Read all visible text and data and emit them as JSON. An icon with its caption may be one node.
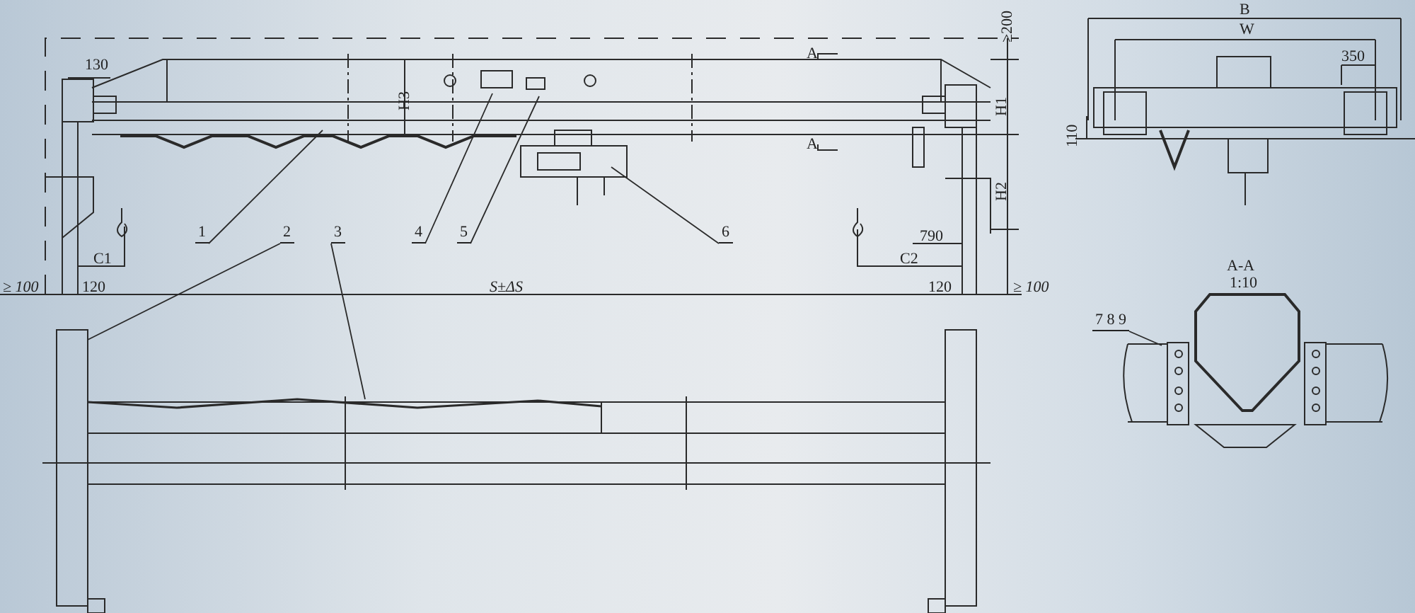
{
  "diagram": {
    "nodes": [
      {
        "text": [
          "1"
        ]
      },
      {
        "text": [
          "2"
        ]
      },
      {
        "text": [
          "3"
        ]
      },
      {
        "text": [
          "4"
        ]
      },
      {
        "text": [
          "5"
        ]
      },
      {
        "text": [
          "6"
        ]
      },
      {
        "text": [
          "7 8 9"
        ]
      }
    ],
    "edges": [
      {
        "from": 0,
        "to": null,
        "arrow": "none"
      },
      {
        "from": 1,
        "to": null,
        "arrow": "none"
      },
      {
        "from": 2,
        "to": null,
        "arrow": "none"
      },
      {
        "from": 3,
        "to": null,
        "arrow": "none"
      },
      {
        "from": 4,
        "to": null,
        "arrow": "none"
      },
      {
        "from": 5,
        "to": null,
        "arrow": "none"
      },
      {
        "from": 6,
        "to": null,
        "arrow": "none"
      }
    ],
    "labels": [
      "130",
      "≥200",
      "H3",
      "A",
      "H1",
      "A",
      "H2",
      "C1",
      "790",
      "C2",
      "≥ 100",
      "120",
      "S±ΔS",
      "120",
      "≥ 100",
      "B",
      "W",
      "350",
      "110",
      "A-A",
      "1:10"
    ]
  }
}
